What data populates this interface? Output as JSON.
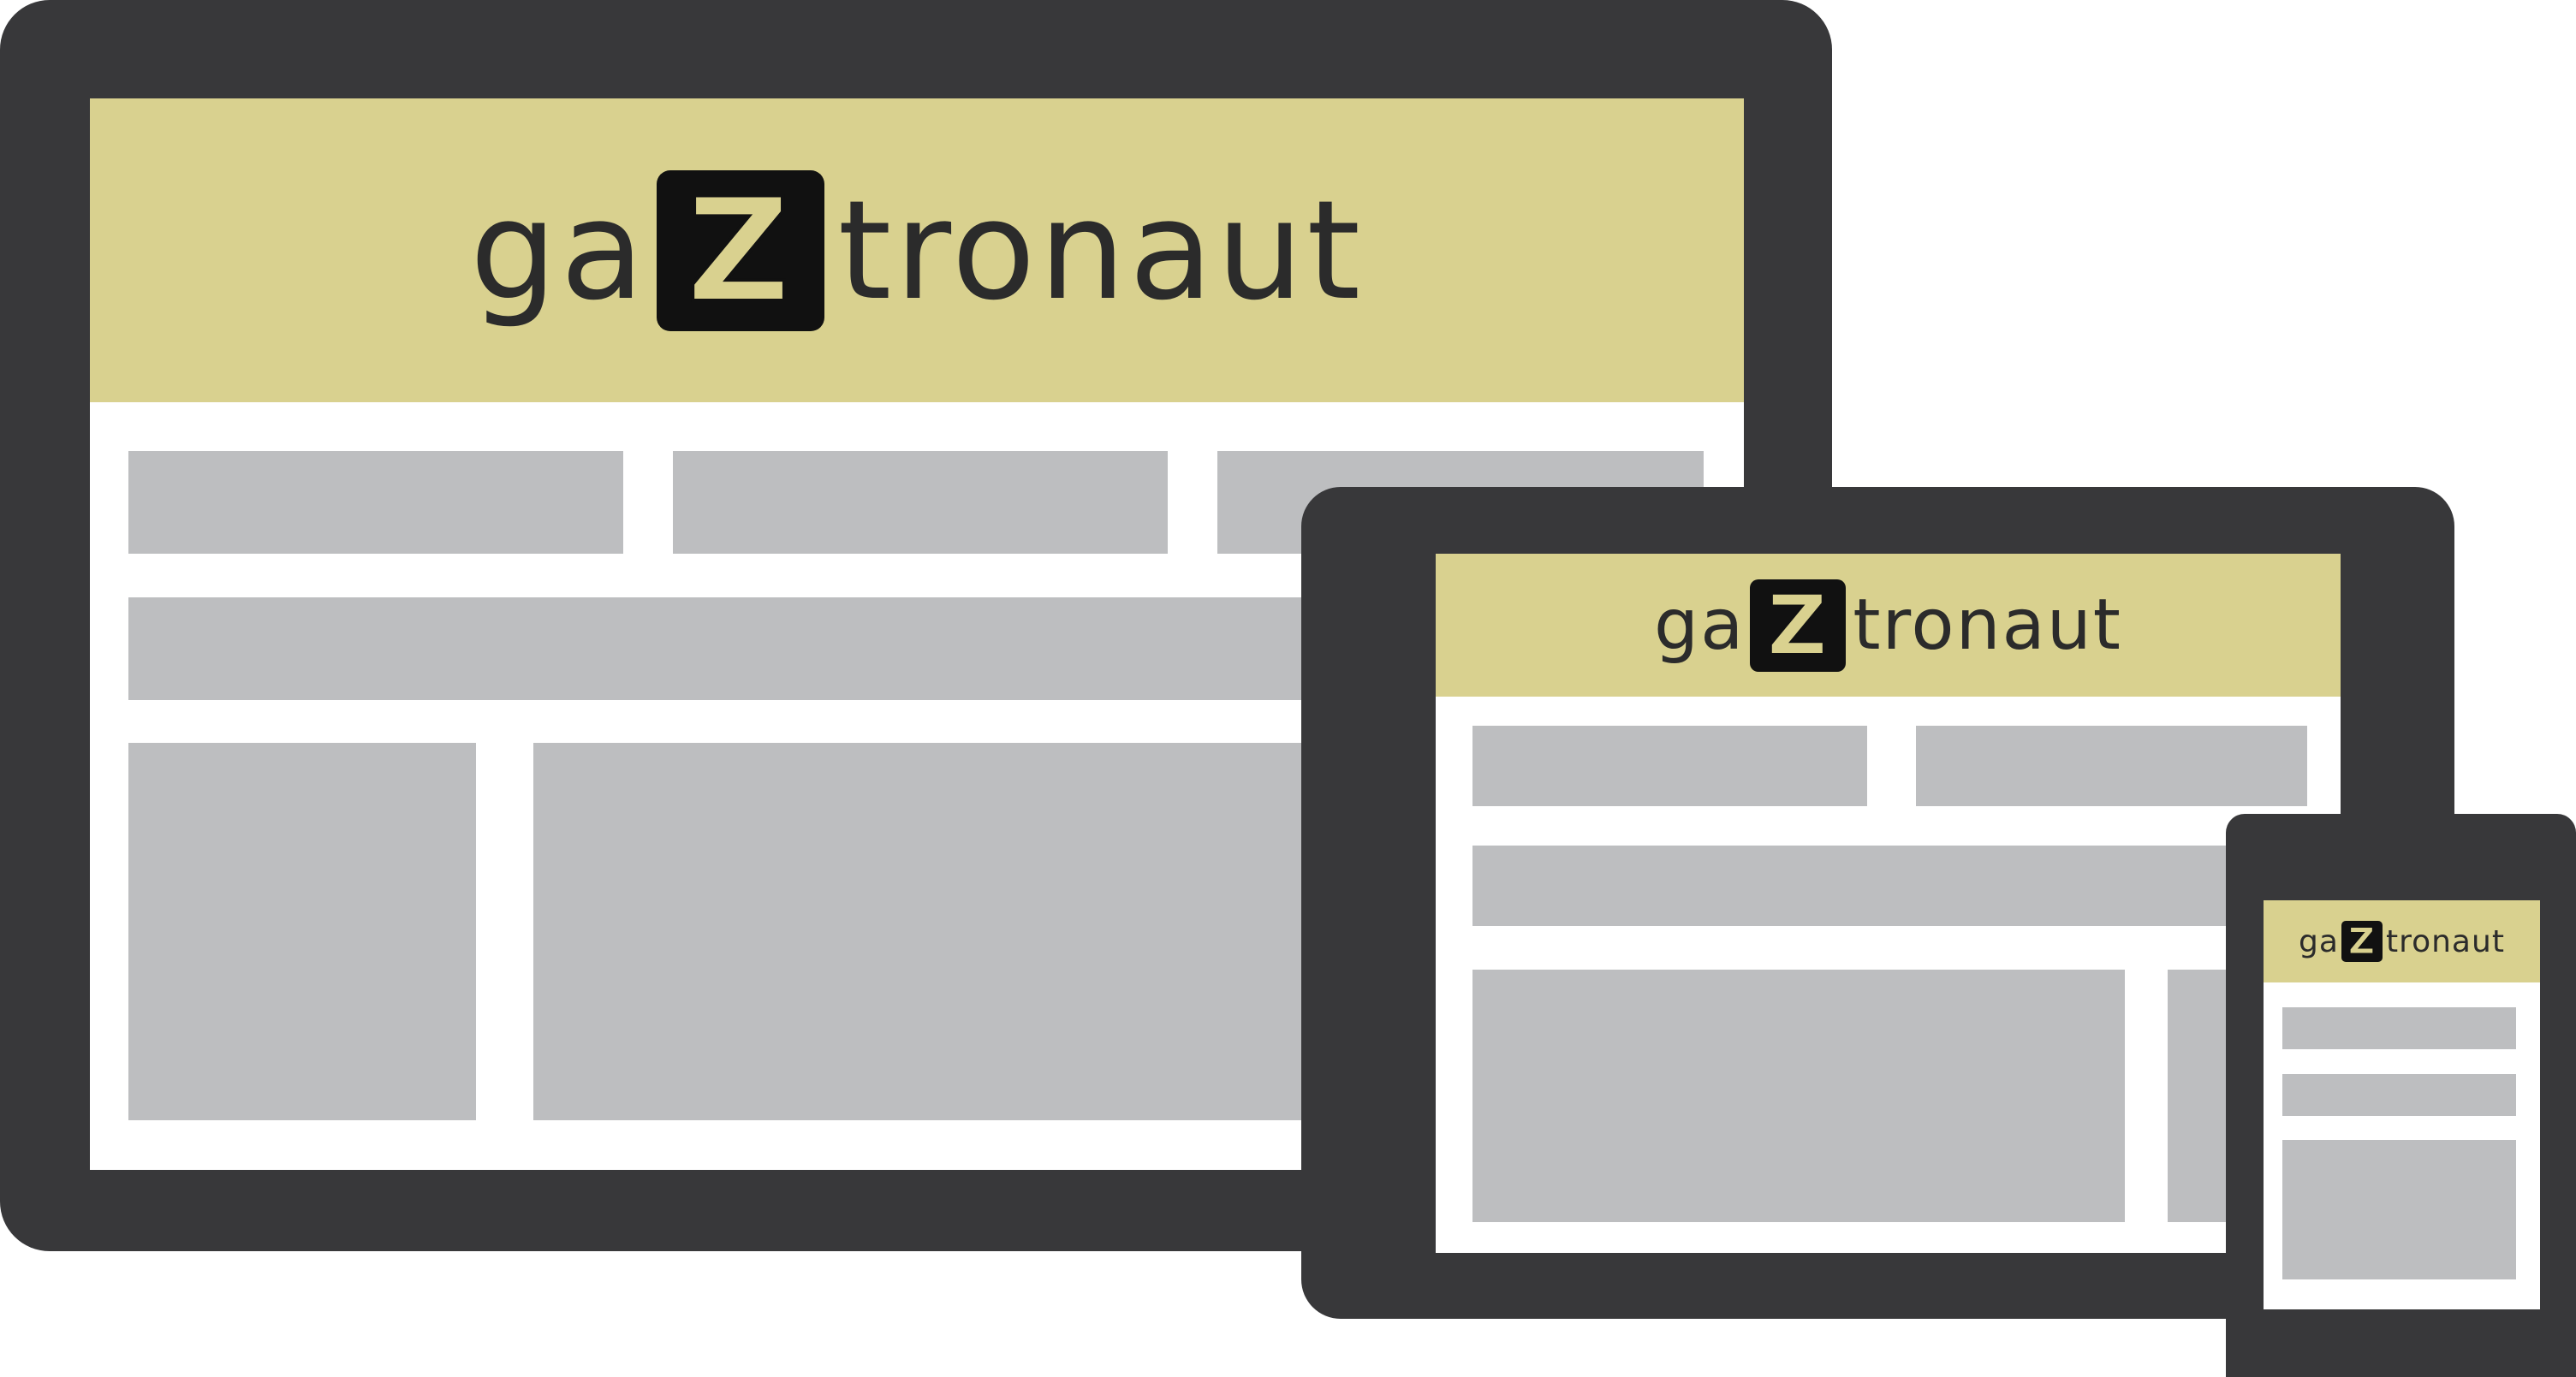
{
  "brand": {
    "prefix": "ga",
    "letter": "Z",
    "suffix": "tronaut"
  },
  "colors": {
    "device_frame": "#38383a",
    "header_background": "#d9d18f",
    "placeholder_block": "#bdbec0",
    "screen_background": "#ffffff",
    "logo_text": "#2b2b2b",
    "logo_box": "#111111",
    "logo_letter": "#d9d18f"
  },
  "devices": [
    {
      "name": "desktop",
      "layout": [
        "3 columns",
        "full-width bar",
        "narrow + wide column"
      ]
    },
    {
      "name": "tablet",
      "layout": [
        "2 columns",
        "full-width bar",
        "wide + narrow column"
      ]
    },
    {
      "name": "phone",
      "layout": [
        "single column stacked"
      ]
    }
  ]
}
